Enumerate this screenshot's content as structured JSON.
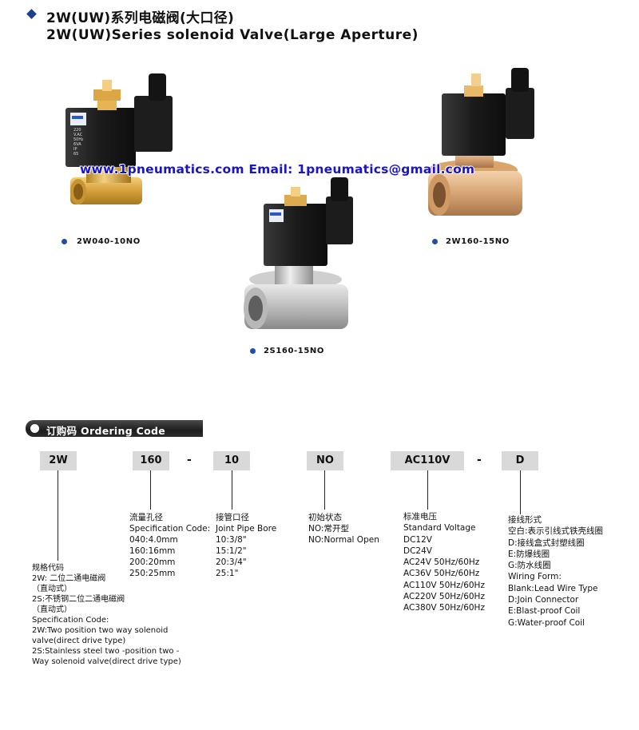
{
  "header": {
    "title_cn": "2W(UW)系列电磁阀(大口径)",
    "title_en": "2W(UW)Series solenoid Valve(Large Aperture)",
    "bullet_color": "#1f3f8f"
  },
  "watermark": {
    "text": "www.1pneumatics.com  Email: 1pneumatics@gmail.com",
    "color": "#1a14c8"
  },
  "products": [
    {
      "model": "2W040-10NO",
      "material": "brass"
    },
    {
      "model": "2W160-15NO",
      "material": "brass"
    },
    {
      "model": "2S160-15NO",
      "material": "stainless"
    }
  ],
  "coil_label_lines": [
    "220 V.AC",
    "50Hz",
    "6VA",
    "IP 65"
  ],
  "ordering": {
    "bar_title": "订购码 Ordering Code",
    "codes": [
      {
        "value": "2W"
      },
      {
        "value": "160"
      },
      {
        "value": "10"
      },
      {
        "value": "NO"
      },
      {
        "value": "AC110V"
      },
      {
        "value": "D"
      }
    ],
    "separators": [
      "-",
      "-"
    ],
    "descriptions": {
      "series": [
        "规格代码",
        "2W: 二位二通电磁阀",
        "（直动式）",
        "2S:不锈钢二位二通电磁阀",
        "（直动式）",
        "Specification Code:",
        "2W:Two position two way solenoid",
        "valve(direct drive type)",
        "2S:Stainless steel two -position two -",
        "Way solenoid valve(direct drive type)"
      ],
      "aperture": [
        "流量孔径",
        "Specification Code:",
        "040:4.0mm",
        "160:16mm",
        "200:20mm",
        "250:25mm"
      ],
      "port": [
        "接管口径",
        "Joint Pipe Bore",
        "10:3/8\"",
        "15:1/2\"",
        "20:3/4\"",
        "25:1\""
      ],
      "initial_state": [
        "初始状态",
        "NO:常开型",
        "NO:Normal Open"
      ],
      "voltage": [
        "标准电压",
        "Standard Voltage",
        "DC12V",
        "DC24V",
        "AC24V  50Hz/60Hz",
        "AC36V  50Hz/60Hz",
        "AC110V  50Hz/60Hz",
        "AC220V  50Hz/60Hz",
        "AC380V  50Hz/60Hz"
      ],
      "wiring": [
        "接线形式",
        "空白:表示引线式铁壳线圈",
        "D:接线盒式封塑线圈",
        "E:防爆线圈",
        "G:防水线圈",
        "Wiring Form:",
        "Blank:Lead Wire Type",
        "D:Join Connector",
        "E:Blast-proof Coil",
        "G:Water-proof Coil"
      ]
    }
  }
}
